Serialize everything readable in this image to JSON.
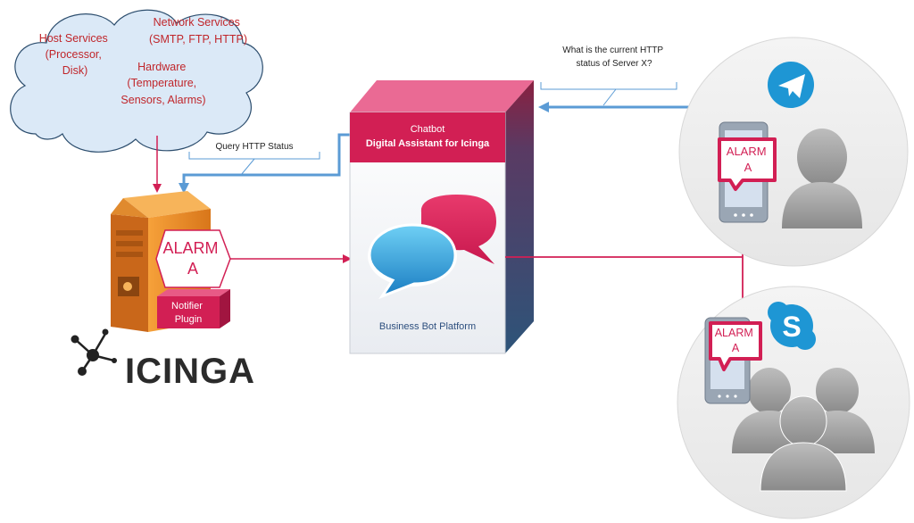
{
  "cloud": {
    "host_services": [
      "Host Services",
      "(Processor,",
      "Disk)"
    ],
    "network_services": [
      "Network Services",
      "(SMTP, FTP, HTTP)"
    ],
    "hardware": [
      "Hardware",
      "(Temperature,",
      "Sensors, Alarms)"
    ]
  },
  "query_label": "Query HTTP Status",
  "question_label": [
    "What is the current HTTP",
    "status of Server X?"
  ],
  "chatbot": {
    "title": "Chatbot",
    "subtitle": "Digital Assistant for Icinga",
    "platform": "Business Bot Platform"
  },
  "server": {
    "alarm_label": [
      "ALARM",
      "A"
    ],
    "plugin_label": [
      "Notifier",
      "Plugin"
    ]
  },
  "logo_text": "ICINGA",
  "telegram_group": {
    "alarm_label": [
      "ALARM",
      "A"
    ],
    "icon": "telegram-icon"
  },
  "skype_group": {
    "alarm_label": [
      "ALARM",
      "A"
    ],
    "icon": "skype-icon"
  },
  "colors": {
    "accent": "#d21f54",
    "connector_blue": "#5b9bd5",
    "cloud_text": "#c0262b",
    "server_orange": "#e88a1e",
    "box_dark": "#2d5479"
  }
}
